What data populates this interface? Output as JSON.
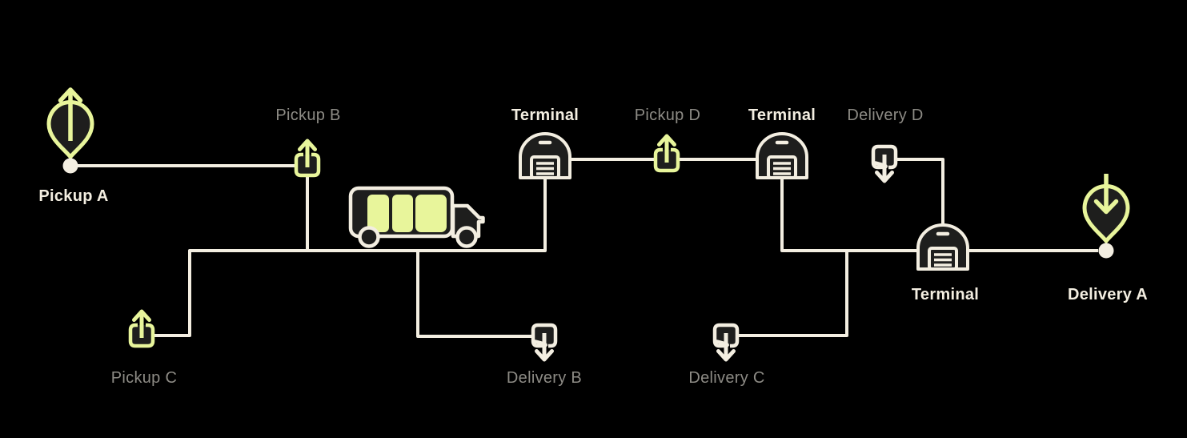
{
  "diagram": {
    "type": "logistics-route-diagram",
    "colors": {
      "line": "#F3EEE1",
      "accent": "#E8F59B",
      "icon_fill": "#1E1E1D",
      "label_muted": "#8D8B85",
      "label_bright": "#F3EEE1",
      "background": "#000000"
    },
    "nodes": [
      {
        "id": "pickup-a",
        "label": "Pickup A",
        "kind": "route-start",
        "icon": "pin-arrow-up-icon"
      },
      {
        "id": "pickup-b",
        "label": "Pickup B",
        "kind": "pickup-stop",
        "icon": "parcel-arrow-up-icon"
      },
      {
        "id": "pickup-c",
        "label": "Pickup C",
        "kind": "pickup-stop",
        "icon": "parcel-arrow-up-icon"
      },
      {
        "id": "terminal-1",
        "label": "Terminal",
        "kind": "terminal",
        "icon": "warehouse-icon"
      },
      {
        "id": "pickup-d",
        "label": "Pickup D",
        "kind": "pickup-stop",
        "icon": "parcel-arrow-up-icon"
      },
      {
        "id": "terminal-2",
        "label": "Terminal",
        "kind": "terminal",
        "icon": "warehouse-icon"
      },
      {
        "id": "delivery-d",
        "label": "Delivery D",
        "kind": "delivery-stop",
        "icon": "parcel-arrow-down-icon"
      },
      {
        "id": "delivery-b",
        "label": "Delivery B",
        "kind": "delivery-stop",
        "icon": "parcel-arrow-down-icon"
      },
      {
        "id": "delivery-c",
        "label": "Delivery C",
        "kind": "delivery-stop",
        "icon": "parcel-arrow-down-icon"
      },
      {
        "id": "terminal-3",
        "label": "Terminal",
        "kind": "terminal",
        "icon": "warehouse-icon"
      },
      {
        "id": "delivery-a",
        "label": "Delivery A",
        "kind": "route-end",
        "icon": "pin-arrow-down-icon"
      }
    ],
    "vehicle": {
      "icon": "truck-icon",
      "cargo_count": 3
    },
    "edges": [
      {
        "from": "pickup-a",
        "to": "pickup-b"
      },
      {
        "from": "pickup-b",
        "to": "truck-line"
      },
      {
        "from": "pickup-c",
        "to": "truck-line"
      },
      {
        "from": "truck-line",
        "to": "delivery-b"
      },
      {
        "from": "truck-line",
        "to": "terminal-1"
      },
      {
        "from": "terminal-1",
        "to": "pickup-d"
      },
      {
        "from": "pickup-d",
        "to": "terminal-2"
      },
      {
        "from": "terminal-2",
        "to": "delivery-line"
      },
      {
        "from": "delivery-line",
        "to": "delivery-c"
      },
      {
        "from": "delivery-d",
        "to": "terminal-3"
      },
      {
        "from": "delivery-line",
        "to": "terminal-3"
      },
      {
        "from": "terminal-3",
        "to": "delivery-a"
      }
    ]
  }
}
